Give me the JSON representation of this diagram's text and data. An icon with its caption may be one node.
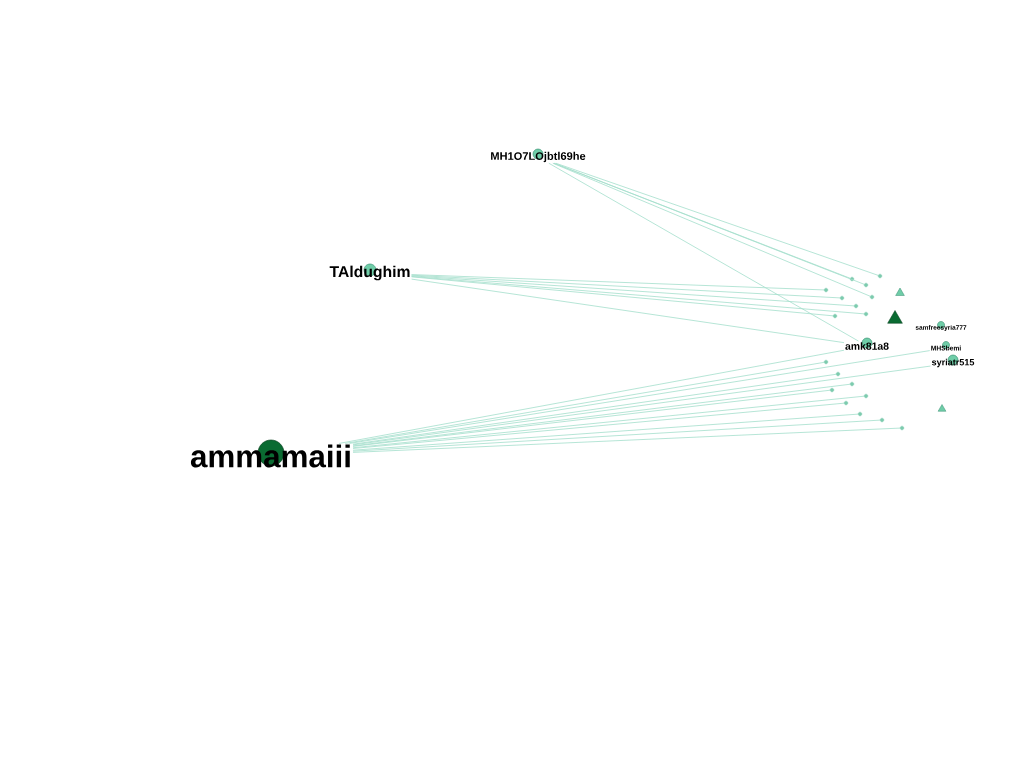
{
  "diagram": {
    "nodes": [
      {
        "text": [
          "MH1O7LOjbtl69he"
        ]
      },
      {
        "text": [
          "TAldughim"
        ]
      },
      {
        "text": [],
        "shape": "triangle"
      },
      {
        "text": [],
        "shape": "triangle"
      },
      {
        "text": [
          "samfreesyria777"
        ]
      },
      {
        "text": [
          "amk81a8"
        ]
      },
      {
        "text": [
          "MHSbemi"
        ]
      },
      {
        "text": [
          "syriatr515"
        ]
      },
      {
        "text": [],
        "shape": "triangle"
      },
      {
        "text": [
          "ammamaiii"
        ]
      },
      {
        "text": [],
        "shape": "circle"
      },
      {
        "text": [],
        "shape": "circle"
      },
      {
        "text": [],
        "shape": "circle"
      },
      {
        "text": [],
        "shape": "circle"
      },
      {
        "text": [],
        "shape": "circle"
      },
      {
        "text": [],
        "shape": "circle"
      },
      {
        "text": [],
        "shape": "circle"
      },
      {
        "text": [],
        "shape": "circle"
      },
      {
        "text": [],
        "shape": "circle"
      },
      {
        "text": [],
        "shape": "circle"
      },
      {
        "text": [],
        "shape": "circle"
      },
      {
        "text": [],
        "shape": "circle"
      },
      {
        "text": [],
        "shape": "circle"
      },
      {
        "text": [],
        "shape": "circle"
      },
      {
        "text": [],
        "shape": "circle"
      },
      {
        "text": [],
        "shape": "circle"
      },
      {
        "text": [],
        "shape": "circle"
      },
      {
        "text": [],
        "shape": "circle"
      }
    ],
    "edges": [
      {
        "from": 0,
        "to": 5,
        "arrow": "none"
      },
      {
        "from": 1,
        "to": 5,
        "arrow": "none"
      },
      {
        "from": 9,
        "to": 5,
        "arrow": "none"
      },
      {
        "from": 9,
        "to": 6,
        "arrow": "none"
      },
      {
        "from": 9,
        "to": 7,
        "arrow": "none"
      },
      {
        "from": 0,
        "to": 10,
        "arrow": "none"
      },
      {
        "from": 0,
        "to": 11,
        "arrow": "none"
      },
      {
        "from": 0,
        "to": 12,
        "arrow": "none"
      },
      {
        "from": 0,
        "to": 13,
        "arrow": "none"
      },
      {
        "from": 1,
        "to": 14,
        "arrow": "none"
      },
      {
        "from": 1,
        "to": 15,
        "arrow": "none"
      },
      {
        "from": 1,
        "to": 16,
        "arrow": "none"
      },
      {
        "from": 1,
        "to": 17,
        "arrow": "none"
      },
      {
        "from": 1,
        "to": 18,
        "arrow": "none"
      },
      {
        "from": 9,
        "to": 19,
        "arrow": "none"
      },
      {
        "from": 9,
        "to": 20,
        "arrow": "none"
      },
      {
        "from": 9,
        "to": 21,
        "arrow": "none"
      },
      {
        "from": 9,
        "to": 22,
        "arrow": "none"
      },
      {
        "from": 9,
        "to": 23,
        "arrow": "none"
      },
      {
        "from": 9,
        "to": 24,
        "arrow": "none"
      },
      {
        "from": 9,
        "to": 25,
        "arrow": "none"
      },
      {
        "from": 9,
        "to": 26,
        "arrow": "none"
      },
      {
        "from": 9,
        "to": 27,
        "arrow": "none"
      }
    ]
  }
}
